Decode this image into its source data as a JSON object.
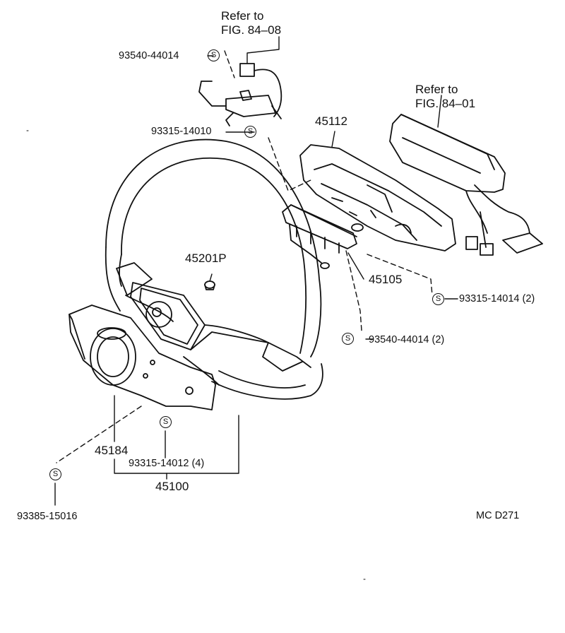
{
  "refs": {
    "top": {
      "line1": "Refer to",
      "line2": "FIG. 84–08"
    },
    "right": {
      "line1": "Refer to",
      "line2": "FIG. 84–01"
    }
  },
  "parts": {
    "p45112": "45112",
    "p45201p": "45201P",
    "p45105": "45105",
    "p45184": "45184",
    "p45100": "45100"
  },
  "fasteners": {
    "f93540_top": "93540-44014",
    "f93315_14010": "93315-14010",
    "f93315_14014": "93315-14014 (2)",
    "f93540_bottom": "93540-44014 (2)",
    "f93315_14012": "93315-14012 (4)",
    "f93385_15016": "93385-15016"
  },
  "symbol": "S",
  "diagram_code": "MC D271"
}
